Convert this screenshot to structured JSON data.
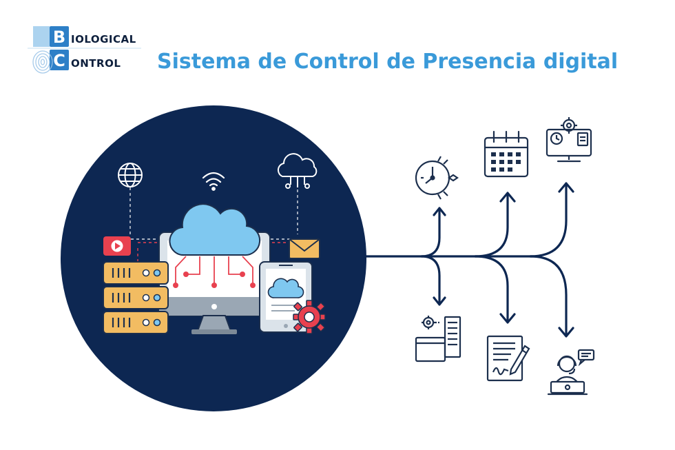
{
  "logo": {
    "line1_initial": "B",
    "line1_rest": "IOLOGICAL",
    "line2_initial": "C",
    "line2_rest": "ONTROL"
  },
  "title": "Sistema de Control de Presencia digital",
  "colors": {
    "title": "#3a9ad9",
    "circle": "#0d2752",
    "navy": "#1c2f4d",
    "cloud": "#7fc8f0",
    "server": "#f2bc62",
    "accent_red": "#e8414f",
    "logo_tile": "#2d7fc7"
  },
  "icons": {
    "hub": [
      "globe-icon",
      "wifi-icon",
      "cloud-network-icon",
      "video-play-icon",
      "mail-icon",
      "server-rack-icon",
      "monitor-cloud-icon",
      "tablet-icon",
      "gear-icon"
    ],
    "branches_top": [
      "stopwatch-gear-icon",
      "calendar-icon",
      "computer-settings-icon"
    ],
    "branches_bottom": [
      "settings-documents-icon",
      "signed-contract-icon",
      "support-agent-icon"
    ]
  }
}
